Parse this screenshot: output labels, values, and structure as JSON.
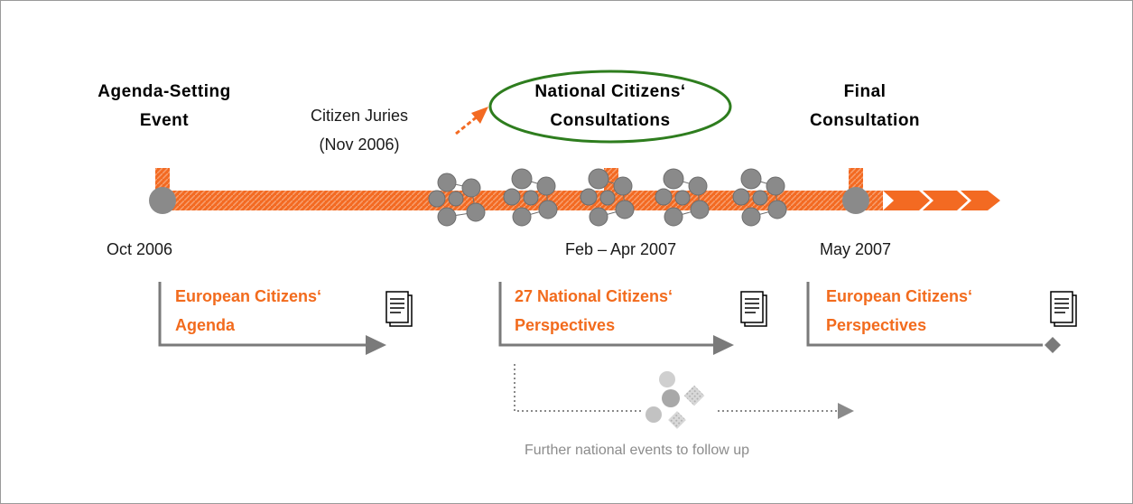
{
  "headings": {
    "agenda_setting": [
      "Agenda-Setting",
      "Event"
    ],
    "citizen_juries": [
      "Citizen Juries",
      "(Nov 2006)"
    ],
    "national_consultations": [
      "National Citizens‘",
      "Consultations"
    ],
    "final_consultation": [
      "Final",
      "Consultation"
    ]
  },
  "dates": {
    "oct_2006": "Oct 2006",
    "feb_apr_2007": "Feb – Apr 2007",
    "may_2007": "May 2007"
  },
  "outputs": {
    "agenda": [
      "European Citizens‘",
      "Agenda"
    ],
    "national_perspectives": [
      "27 National Citizens‘",
      "Perspectives"
    ],
    "european_perspectives": [
      "European Citizens‘",
      "Perspectives"
    ]
  },
  "follow_up_text": "Further national events to follow up",
  "colors": {
    "accent_orange": "#f26b1d",
    "highlight_green": "#2e7d1e",
    "node_gray": "#8a8a8a",
    "arrow_gray": "#7a7a7a"
  }
}
